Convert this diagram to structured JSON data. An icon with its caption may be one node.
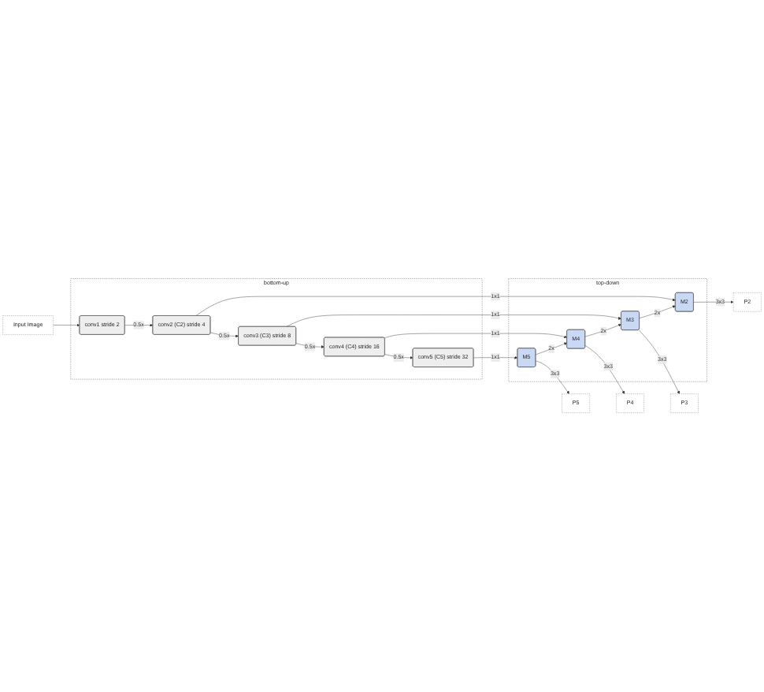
{
  "diagram": {
    "nodes": [
      {
        "text": [
          "bottom-up"
        ]
      },
      {
        "text": [
          "conv5 (C5) stride 32"
        ],
        "in": 0
      },
      {
        "text": [
          "conv4 (C4) stride 16"
        ],
        "in": 0
      },
      {
        "text": [
          "conv3 (C3) stride 8"
        ],
        "in": 0
      },
      {
        "text": [
          "conv2 (C2) stride 4"
        ],
        "in": 0
      },
      {
        "text": [
          "conv1 stride 2"
        ],
        "in": 0
      },
      {
        "text": [
          "top-down"
        ]
      },
      {
        "text": [
          "M5"
        ],
        "in": 6
      },
      {
        "text": [
          "M4"
        ],
        "in": 6
      },
      {
        "text": [
          "M3"
        ],
        "in": 6
      },
      {
        "text": [
          "M2"
        ],
        "in": 6
      },
      {
        "text": [
          "P5"
        ]
      },
      {
        "text": [
          "P4"
        ]
      },
      {
        "text": [
          "P3"
        ]
      },
      {
        "text": [
          "P2"
        ]
      },
      {
        "text": [
          "Input Image"
        ]
      }
    ],
    "edges": [
      {
        "from": 15,
        "to": 5,
        "arrow": "to"
      },
      {
        "from": 5,
        "to": 4,
        "arrow": "to",
        "label": "0.5x"
      },
      {
        "from": 4,
        "to": 3,
        "arrow": "to",
        "label": "0.5x"
      },
      {
        "from": 3,
        "to": 2,
        "arrow": "to",
        "label": "0.5x"
      },
      {
        "from": 2,
        "to": 1,
        "arrow": "to",
        "label": "0.5x"
      },
      {
        "from": 1,
        "to": 7,
        "arrow": "to",
        "label": "1x1"
      },
      {
        "from": 2,
        "to": 8,
        "arrow": "to",
        "label": "1x1"
      },
      {
        "from": 3,
        "to": 9,
        "arrow": "to",
        "label": "1x1"
      },
      {
        "from": 4,
        "to": 10,
        "arrow": "to",
        "label": "1x1"
      },
      {
        "from": 7,
        "to": 8,
        "arrow": "to",
        "label": "2x"
      },
      {
        "from": 8,
        "to": 9,
        "arrow": "to",
        "label": "2x"
      },
      {
        "from": 9,
        "to": 10,
        "arrow": "to",
        "label": "2x"
      },
      {
        "from": 7,
        "to": 11,
        "arrow": "to",
        "label": "3x3"
      },
      {
        "from": 8,
        "to": 12,
        "arrow": "to",
        "label": "3x3"
      },
      {
        "from": 9,
        "to": 13,
        "arrow": "to",
        "label": "3x3"
      },
      {
        "from": 10,
        "to": 14,
        "arrow": "to",
        "label": "3x3"
      }
    ]
  }
}
